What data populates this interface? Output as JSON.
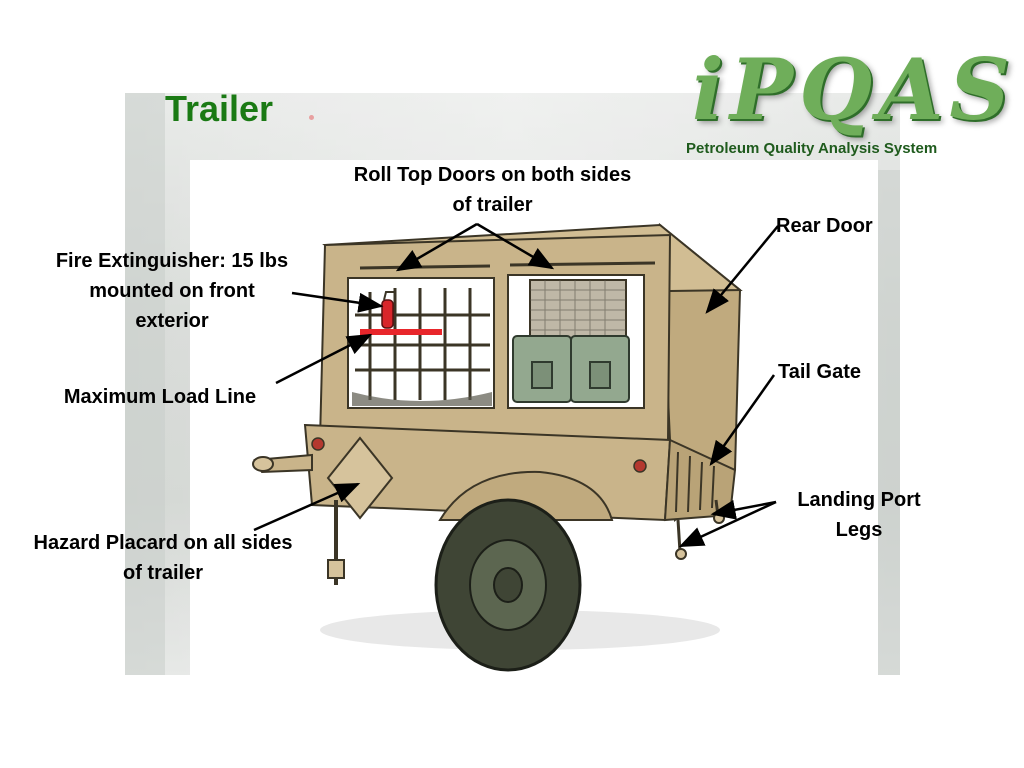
{
  "title": "Trailer",
  "logo": {
    "wordmark": "iPQAS",
    "subtitle": "Petroleum Quality Analysis System"
  },
  "callouts": {
    "roll_top_doors": "Roll Top Doors on both sides of trailer",
    "rear_door": "Rear Door",
    "fire_extinguisher": "Fire Extinguisher: 15 lbs mounted on front exterior",
    "max_load_line": "Maximum Load Line",
    "tail_gate": "Tail Gate",
    "landing_port_legs": "Landing Port Legs",
    "hazard_placard": "Hazard Placard on all sides of trailer"
  },
  "colors": {
    "title": "#1a7a14",
    "trailer_body": "#c9b48a",
    "load_line": "#e8262b",
    "extinguisher": "#d8262b",
    "tire": "#3f4535",
    "containers": "#93a88f"
  }
}
